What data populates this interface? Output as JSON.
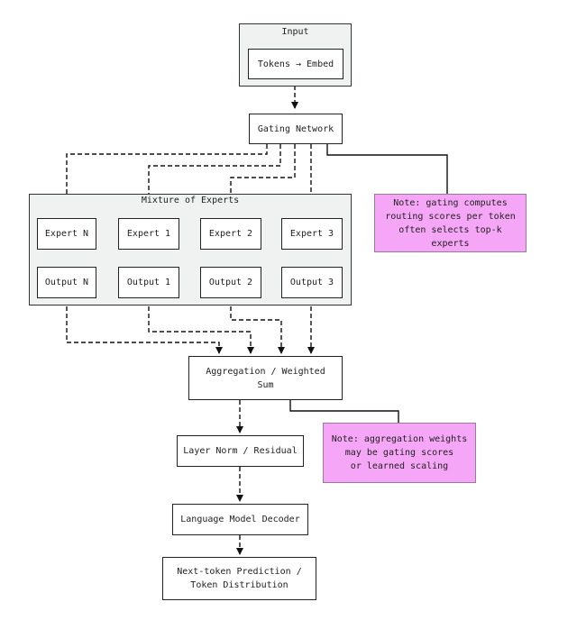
{
  "input_group": {
    "title": "Input",
    "embed": "Tokens → Embed"
  },
  "gating": "Gating Network",
  "moe": {
    "title": "Mixture of Experts",
    "experts": [
      "Expert N",
      "Expert 1",
      "Expert 2",
      "Expert 3"
    ],
    "outputs": [
      "Output N",
      "Output 1",
      "Output 2",
      "Output 3"
    ]
  },
  "aggregation": [
    "Aggregation / Weighted",
    "Sum"
  ],
  "layer_norm": "Layer Norm / Residual",
  "decoder": "Language Model Decoder",
  "prediction": [
    "Next-token Prediction /",
    "Token Distribution"
  ],
  "note_gating": [
    "Note: gating computes",
    "routing scores per token",
    "often selects top-k experts"
  ],
  "note_aggregation": [
    "Note: aggregation weights",
    "may be gating scores",
    "or learned scaling"
  ]
}
